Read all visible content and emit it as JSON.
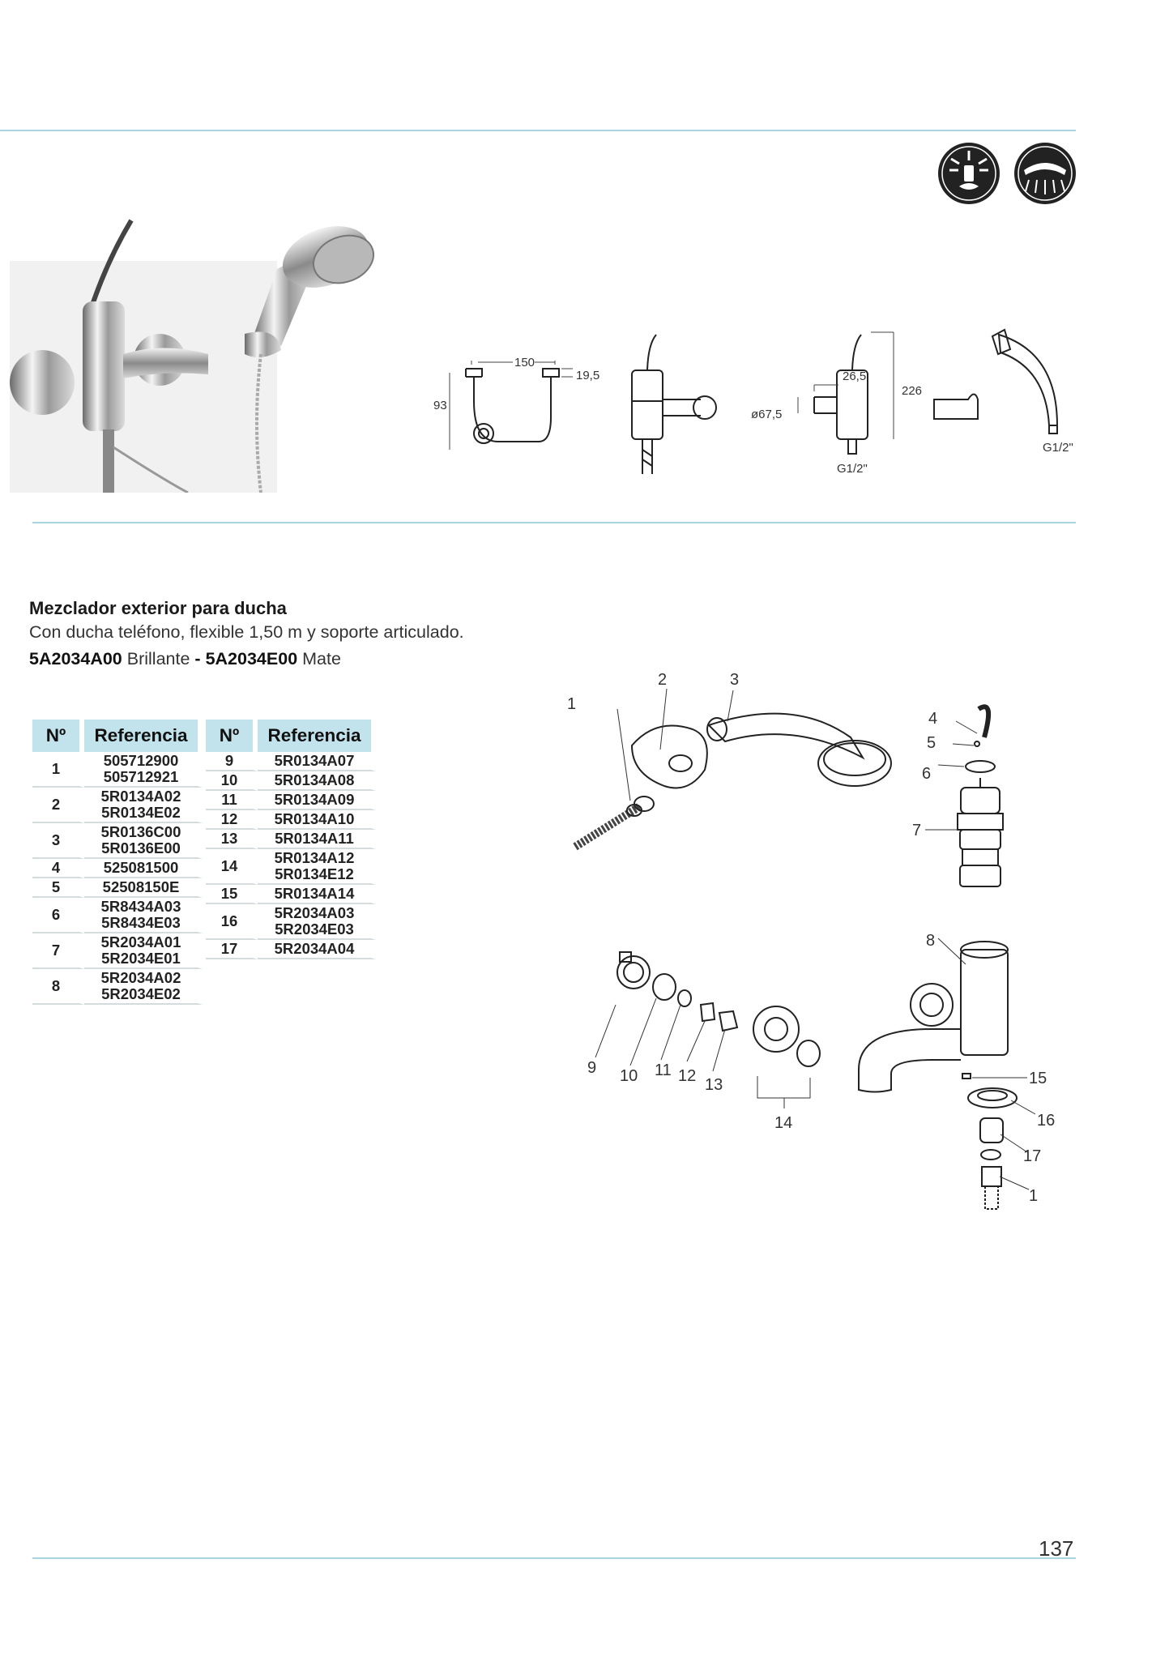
{
  "heading": {
    "title": "Mezclador exterior para ducha",
    "subtitle": "Con ducha teléfono, flexible 1,50 m y soporte articulado.",
    "code_bright": "5A2034A00",
    "finish_bright": "Brillante",
    "separator": "-",
    "code_matte": "5A2034E00",
    "finish_matte": "Mate"
  },
  "table": {
    "col_no": "Nº",
    "col_ref": "Referencia",
    "left": [
      {
        "no": "1",
        "refs": [
          "505712900",
          "505712921"
        ]
      },
      {
        "no": "2",
        "refs": [
          "5R0134A02",
          "5R0134E02"
        ]
      },
      {
        "no": "3",
        "refs": [
          "5R0136C00",
          "5R0136E00"
        ]
      },
      {
        "no": "4",
        "refs": [
          "525081500"
        ]
      },
      {
        "no": "5",
        "refs": [
          "52508150E"
        ]
      },
      {
        "no": "6",
        "refs": [
          "5R8434A03",
          "5R8434E03"
        ]
      },
      {
        "no": "7",
        "refs": [
          "5R2034A01",
          "5R2034E01"
        ]
      },
      {
        "no": "8",
        "refs": [
          "5R2034A02",
          "5R2034E02"
        ]
      }
    ],
    "right": [
      {
        "no": "9",
        "refs": [
          "5R0134A07"
        ]
      },
      {
        "no": "10",
        "refs": [
          "5R0134A08"
        ]
      },
      {
        "no": "11",
        "refs": [
          "5R0134A09"
        ]
      },
      {
        "no": "12",
        "refs": [
          "5R0134A10"
        ]
      },
      {
        "no": "13",
        "refs": [
          "5R0134A11"
        ]
      },
      {
        "no": "14",
        "refs": [
          "5R0134A12",
          "5R0134E12"
        ]
      },
      {
        "no": "15",
        "refs": [
          "5R0134A14"
        ]
      },
      {
        "no": "16",
        "refs": [
          "5R2034A03",
          "5R2034E03"
        ]
      },
      {
        "no": "17",
        "refs": [
          "5R2034A04"
        ]
      }
    ]
  },
  "dimensions": {
    "width": "150",
    "height_left": "93",
    "offset": "19,5",
    "depth": "26,5",
    "diameter": "ø67,5",
    "height_total": "226",
    "thread_body": "G1/2\"",
    "thread_shower": "G1/2\""
  },
  "exploded_labels": [
    "1",
    "2",
    "3",
    "4",
    "5",
    "6",
    "7",
    "8",
    "9",
    "10",
    "11",
    "12",
    "13",
    "14",
    "15",
    "16",
    "17",
    "1"
  ],
  "page_number": "137",
  "icons": [
    "water-saving-icon",
    "eco-shower-icon"
  ],
  "colors": {
    "rule": "#a9d4e2",
    "table_header": "#c2e3ec"
  }
}
